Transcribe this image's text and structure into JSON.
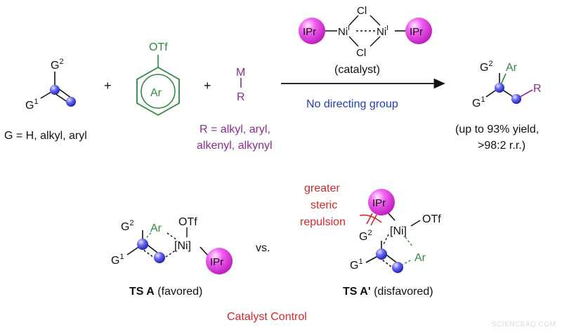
{
  "colors": {
    "bond": "#111111",
    "green": "#2e8b3e",
    "purple": "#8e2c8e",
    "blue": "#1f3fb8",
    "red": "#d4282a",
    "sphere_blue": "#3a3ad8",
    "sphere_magenta": "#e82fe8",
    "watermark": "#d9d9d9"
  },
  "alkene": {
    "g2": "G",
    "g2_sup": "2",
    "g1": "G",
    "g1_sup": "1",
    "caption": "G = H, alkyl, aryl"
  },
  "plus": "+",
  "aryl_triflate": {
    "substituent": "OTf",
    "ring": "Ar"
  },
  "organometallic": {
    "metal": "M",
    "group": "R",
    "caption_line1": "R = alkyl, aryl,",
    "caption_line2": "alkenyl, alkynyl"
  },
  "catalyst": {
    "ligand": "IPr",
    "nickel": "Ni",
    "nickel_sup": "I",
    "chloride": "Cl",
    "label": "(catalyst)"
  },
  "condition": "No directing group",
  "product": {
    "g2": "G",
    "g2_sup": "2",
    "g1": "G",
    "g1_sup": "1",
    "ar": "Ar",
    "r": "R",
    "yield_line1": "(up to 93% yield,",
    "yield_line2": ">98:2 r.r.)"
  },
  "ts_a": {
    "g2": "G",
    "g2_sup": "2",
    "g1": "G",
    "g1_sup": "1",
    "ar": "Ar",
    "otf": "OTf",
    "ni": "[Ni]",
    "ligand": "IPr",
    "label_bold": "TS A",
    "label_rest": " (favored)"
  },
  "vs": "vs.",
  "ts_a_prime": {
    "annotation_line1": "greater",
    "annotation_line2": "steric",
    "annotation_line3": "repulsion",
    "ligand": "IPr",
    "ni": "[Ni]",
    "otf": "OTf",
    "g2": "G",
    "g2_sup": "2",
    "g1": "G",
    "g1_sup": "1",
    "ar": "Ar",
    "label_bold": "TS A'",
    "label_rest": " (disfavored)"
  },
  "footer": "Catalyst Control",
  "watermark": "SCIENCEAQ.COM"
}
